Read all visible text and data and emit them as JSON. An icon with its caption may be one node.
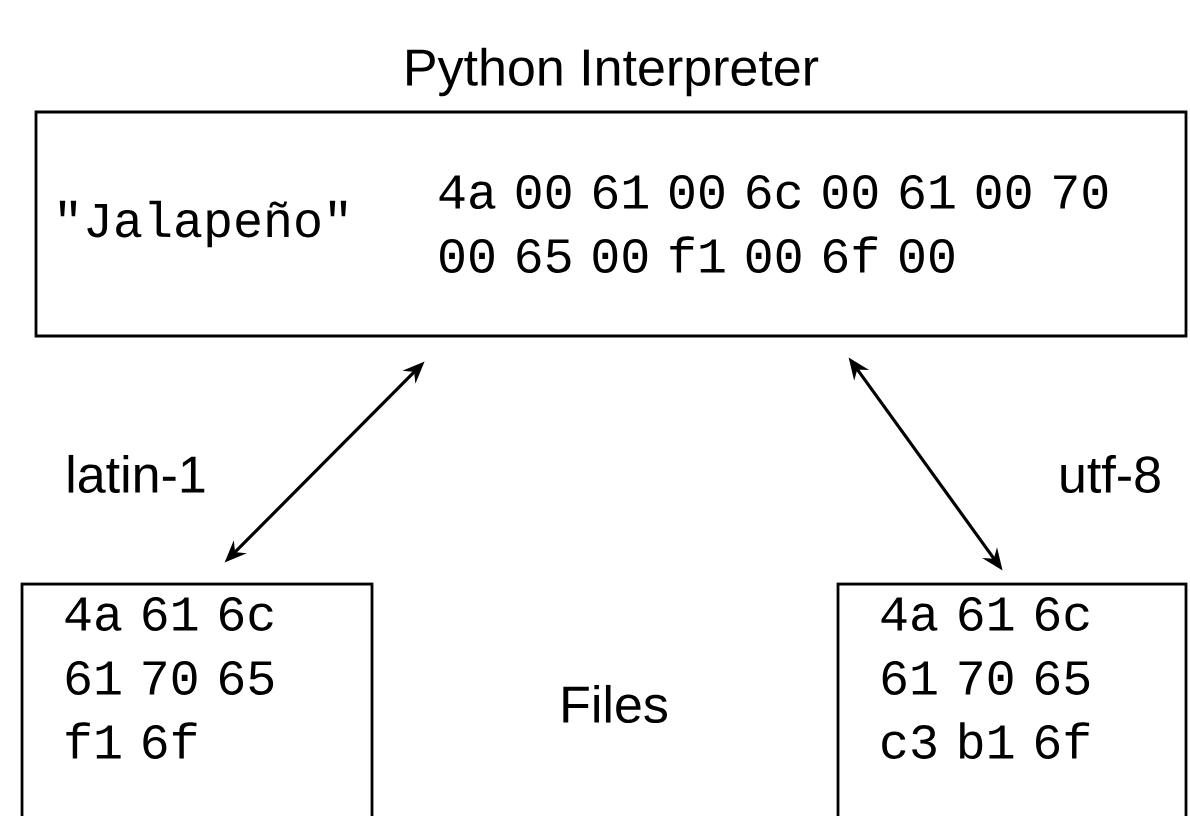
{
  "diagram": {
    "nodes": [
      {
        "text": [
          "Python Interpreter",
          "\"Jalapeño\"",
          "4a 00 61 00 6c 00 61 00 70 00 65 00 f1 00 6f 00"
        ]
      },
      {
        "text": [
          "4a 61 6c 61 70 65 f1 6f"
        ]
      },
      {
        "text": [
          "4a 61 6c 61 70 65 c3 b1 6f"
        ]
      }
    ],
    "edges": [
      {
        "from": 0,
        "to": 1,
        "arrow": "both",
        "label": "latin-1"
      },
      {
        "from": 0,
        "to": 2,
        "arrow": "both",
        "label": "utf-8"
      }
    ],
    "labels": [
      "Files"
    ]
  }
}
